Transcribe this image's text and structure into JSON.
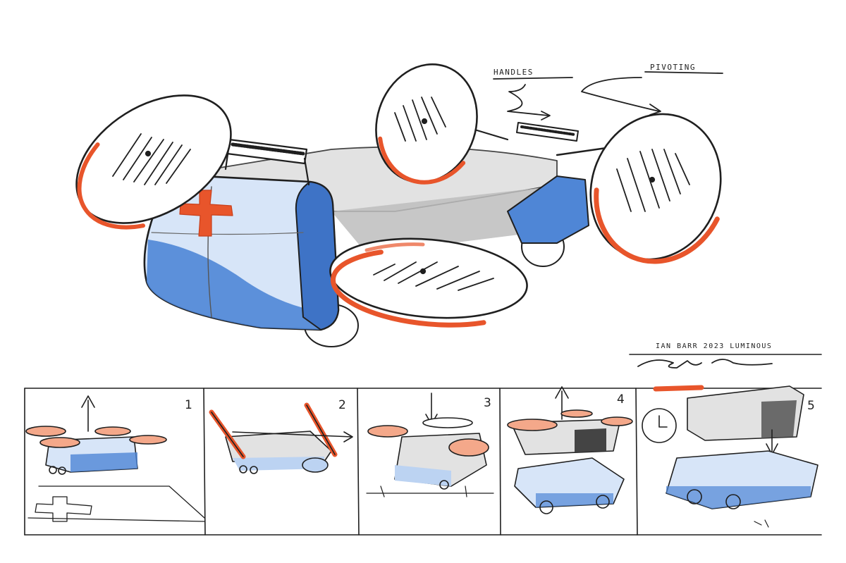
{
  "annotations": {
    "handles": "HANDLES",
    "pivoting": "PIVOTING"
  },
  "signature": {
    "credit": "IAN BARR 2023 LUMINOUS"
  },
  "storyboard": {
    "panels": [
      {
        "number": "1"
      },
      {
        "number": "2"
      },
      {
        "number": "3"
      },
      {
        "number": "4"
      },
      {
        "number": "5"
      }
    ]
  },
  "colors": {
    "ink": "#1f1f1f",
    "accent_orange": "#e8552b",
    "body_blue": "#4f86d6",
    "light_blue": "#bcd3f2",
    "shadow_gray": "#9a9a9a"
  },
  "icons": {
    "cross": "red-cross-icon",
    "up_arrow": "arrow-up-icon",
    "down_arrow": "arrow-down-icon",
    "clock": "clock-icon"
  }
}
